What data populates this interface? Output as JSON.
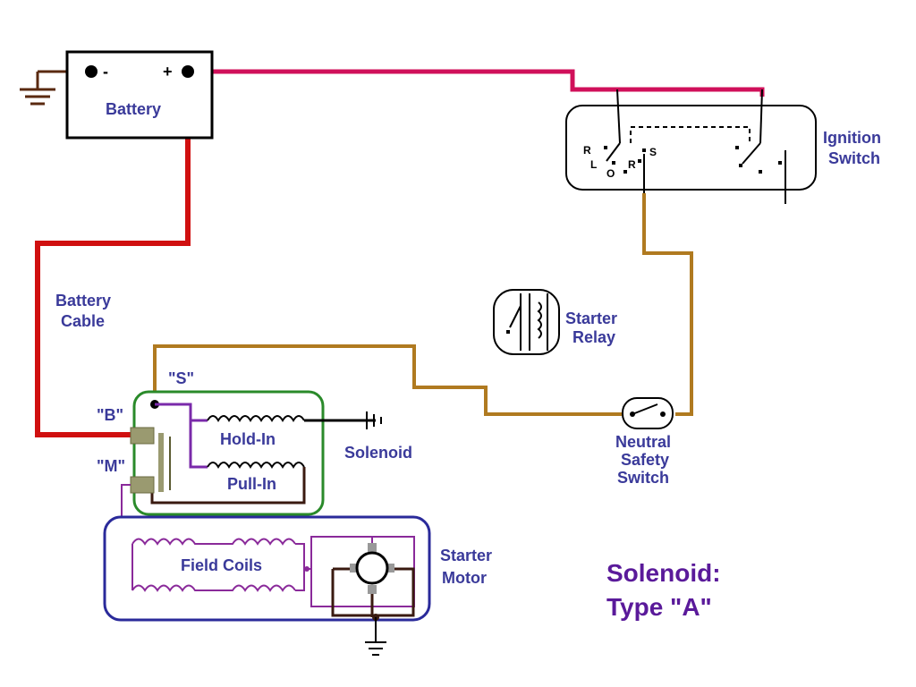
{
  "labels": {
    "battery": "Battery",
    "battery_neg": "-",
    "battery_pos": "+",
    "battery_cable_1": "Battery",
    "battery_cable_2": "Cable",
    "ignition_1": "Ignition",
    "ignition_2": "Switch",
    "ign_r1": "R",
    "ign_l": "L",
    "ign_o": "O",
    "ign_r2": "R",
    "ign_s": "S",
    "starter_relay_1": "Starter",
    "starter_relay_2": "Relay",
    "terminal_s": "\"S\"",
    "terminal_b": "\"B\"",
    "terminal_m": "\"M\"",
    "hold_in": "Hold-In",
    "pull_in": "Pull-In",
    "solenoid": "Solenoid",
    "neutral_1": "Neutral",
    "neutral_2": "Safety",
    "neutral_3": "Switch",
    "field_coils": "Field Coils",
    "starter_motor_1": "Starter",
    "starter_motor_2": "Motor",
    "title_1": "Solenoid:",
    "title_2": "Type \"A\""
  },
  "colors": {
    "battery_positive_wire": "#d0105a",
    "battery_cable": "#d01010",
    "ignition_wire": "#b07a20",
    "solenoid_box": "#2a8a2a",
    "motor_box": "#2a2a9a",
    "field_coil": "#8a2a9a",
    "ground_wire": "#3a1a10"
  }
}
